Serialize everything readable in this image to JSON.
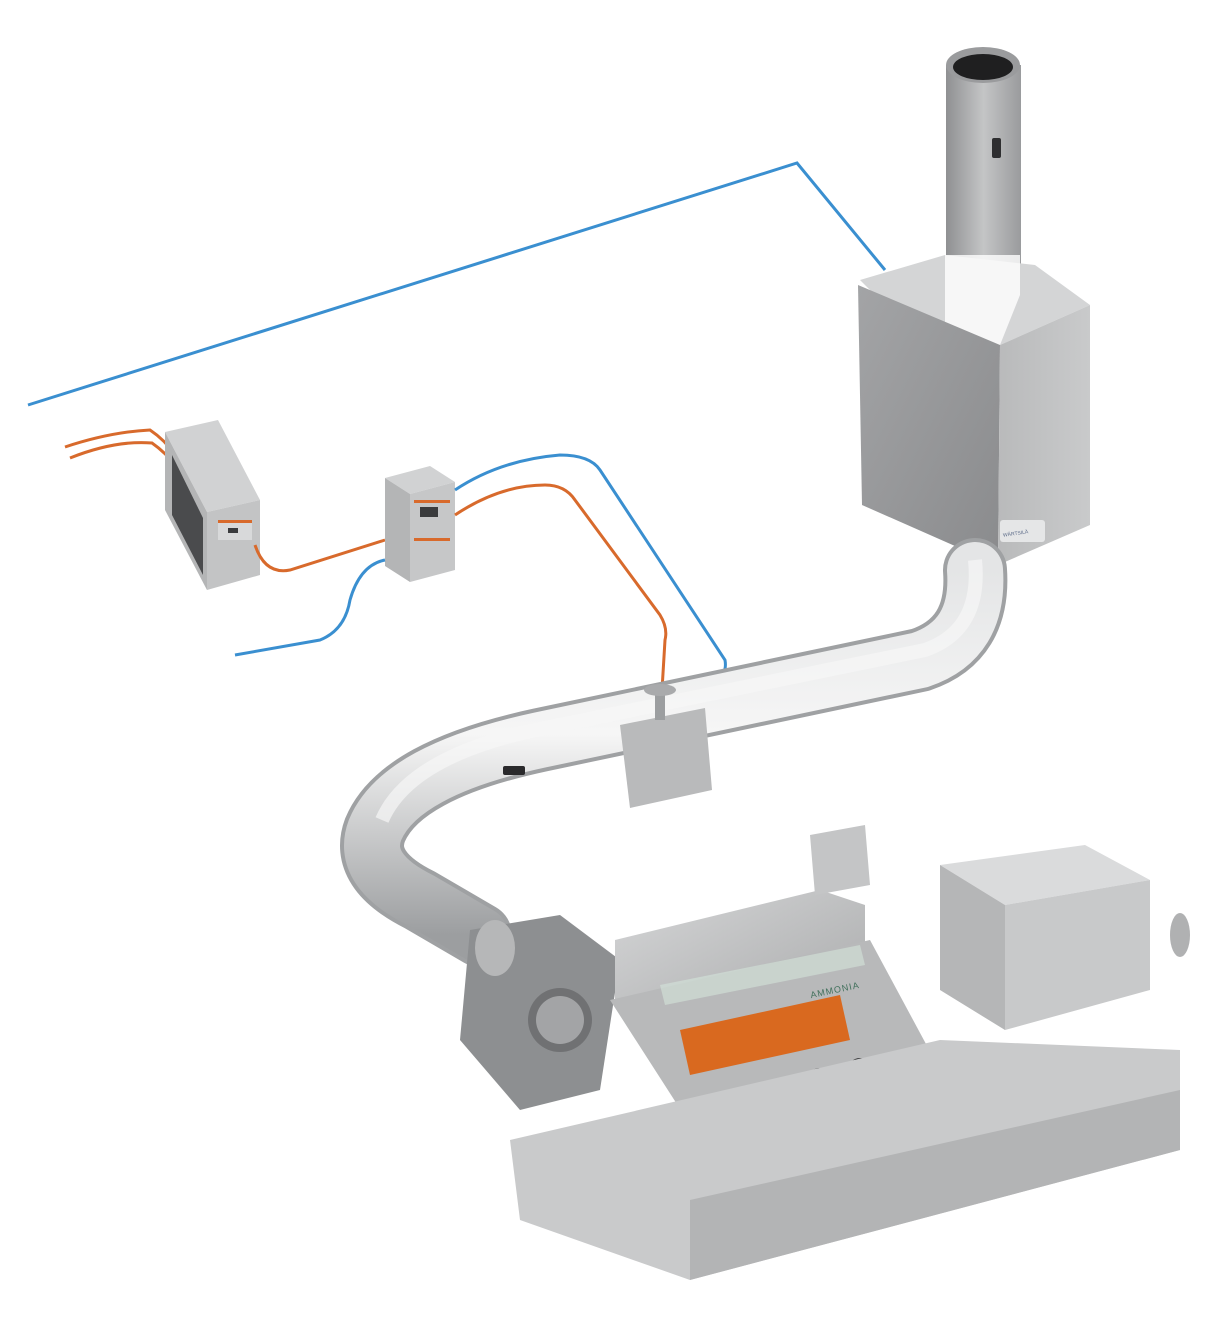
{
  "diagram": {
    "type": "3d-technical-illustration",
    "subject": "Marine engine with exhaust aftertreatment and sensor cabling",
    "colors": {
      "background": "#ffffff",
      "signal_cable": "#3a8fd0",
      "power_cable": "#d86a2c",
      "metal_light": "#c8c9cb",
      "metal_dark": "#8e9092",
      "engine_body": "#c2c3c4",
      "fuel_cover": "#d9691f",
      "cabinet_dark_panel": "#4a4b4d"
    },
    "components": [
      {
        "id": "stack",
        "label": ""
      },
      {
        "id": "scr-reactor",
        "label": ""
      },
      {
        "id": "exhaust-pipe",
        "label": ""
      },
      {
        "id": "sensor-flange",
        "label": ""
      },
      {
        "id": "control-cabinet-large",
        "label": ""
      },
      {
        "id": "control-cabinet-small",
        "label": ""
      },
      {
        "id": "engine",
        "label": ""
      },
      {
        "id": "generator",
        "label": ""
      }
    ],
    "labels": {
      "ammonia": "AMMONIA",
      "brand": "WÄRTSILÄ"
    }
  }
}
